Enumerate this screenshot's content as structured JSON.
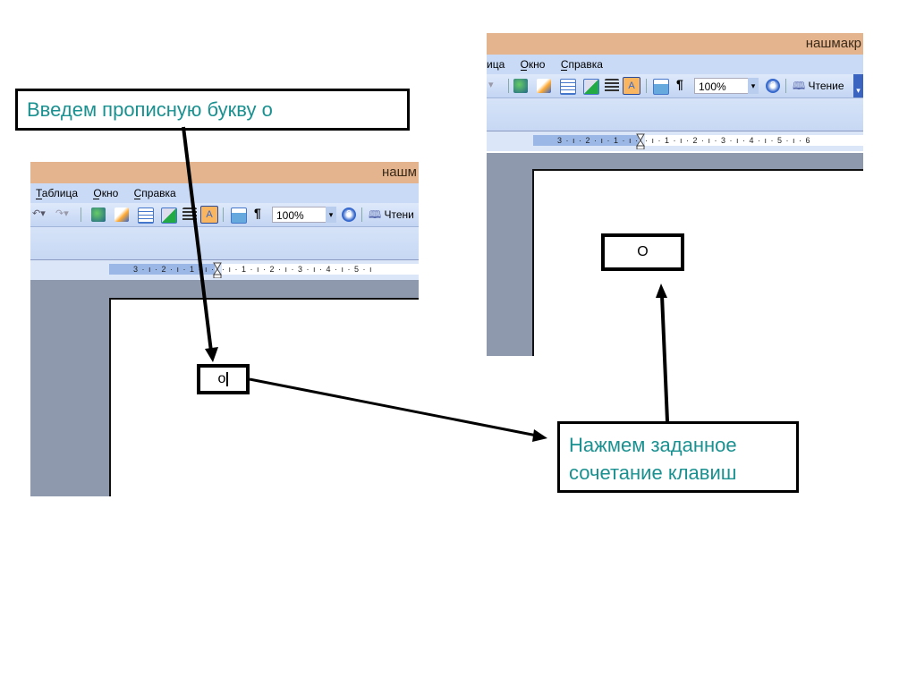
{
  "left_screenshot": {
    "title": "нашм",
    "menu": [
      {
        "label": "Таблица",
        "mnemonic": "Т",
        "rest": "аблица"
      },
      {
        "label": "Окно",
        "mnemonic": "О",
        "rest": "кно"
      },
      {
        "label": "Справка",
        "mnemonic": "С",
        "rest": "правка"
      }
    ],
    "zoom_value": "100%",
    "reading_button": "Чтени",
    "ruler_left": "3 · ı · 2 · ı · 1 · ı ·",
    "ruler_right": "· ı · 1 · ı · 2 · ı · 3 · ı · 4 · ı · 5 · ı",
    "typed_char": "о"
  },
  "right_screenshot": {
    "title": "нашмакр",
    "menu": [
      {
        "label": "ица",
        "mnemonic": "",
        "rest": "ица"
      },
      {
        "label": "Окно",
        "mnemonic": "О",
        "rest": "кно"
      },
      {
        "label": "Справка",
        "mnemonic": "С",
        "rest": "правка"
      }
    ],
    "zoom_value": "100%",
    "reading_button": "Чтение",
    "ruler_left": "3 · ı · 2 · ı · 1 · ı ·",
    "ruler_right": "· ı · 1 · ı · 2 · ı · 3 · ı · 4 · ı · 5 · ı · 6",
    "result_char": "О"
  },
  "callouts": {
    "step1": "Введем прописную букву о",
    "step2_line1": "Нажмем заданное",
    "step2_line2": "сочетание клавиш"
  },
  "colors": {
    "callout_text": "#1a9190",
    "titlebar": "#e3b48d",
    "workarea": "#8e99ad"
  },
  "icons": [
    "undo-icon",
    "redo-icon",
    "hyperlink-icon",
    "drawing-icon",
    "insert-table-icon",
    "insert-excel-icon",
    "columns-icon",
    "spelling-icon",
    "document-map-icon",
    "pilcrow-icon",
    "help-icon",
    "reading-layout-icon"
  ]
}
